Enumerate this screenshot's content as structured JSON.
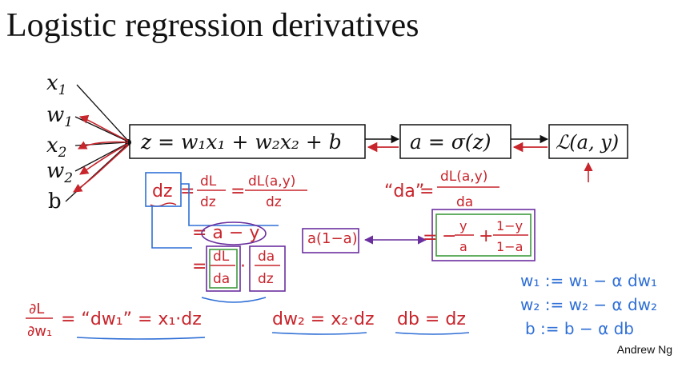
{
  "slide": {
    "title": "Logistic regression derivatives",
    "credit": "Andrew Ng"
  },
  "inputs": [
    {
      "label": "x",
      "sub": "1"
    },
    {
      "label": "w",
      "sub": "1"
    },
    {
      "label": "x",
      "sub": "2"
    },
    {
      "label": "w",
      "sub": "2"
    },
    {
      "label": "b",
      "sub": ""
    }
  ],
  "graph": {
    "node_z": "z = w₁x₁ + w₂x₂ + b",
    "node_a": "a = σ(z)",
    "node_loss": "ℒ(a, y)"
  },
  "notes": {
    "dz_label": "dz",
    "dz_eq1_num": "dL",
    "dz_eq1_den": "dz",
    "dz_eq2_num": "dL(a,y)",
    "dz_eq2_den": "dz",
    "dz_simplified": "= a − y",
    "chain_num1": "dL",
    "chain_den1": "da",
    "chain_num2": "da",
    "chain_den2": "dz",
    "a_one_minus_a": "a(1−a)",
    "da_label": "“da”",
    "da_eq_num": "dL(a,y)",
    "da_eq_den": "da",
    "da_result_t1_num": "y",
    "da_result_t1_den": "a",
    "da_result_t2_num": "1−y",
    "da_result_t2_den": "1−a",
    "dw1_num": "∂L",
    "dw1_den": "∂w₁",
    "dw1_rest": "= “dw₁” = x₁·dz",
    "dw2": "dw₂ = x₂·dz",
    "db": "db = dz",
    "update_w1": "w₁ := w₁ − α dw₁",
    "update_w2": "w₂ := w₂ − α dw₂",
    "update_b": "b := b − α db"
  },
  "colors": {
    "ink_black": "#111111",
    "ink_red": "#c8252c",
    "ink_blue": "#2f6fd6",
    "ink_green": "#3e9b3e",
    "ink_purple": "#6a2f9e"
  }
}
